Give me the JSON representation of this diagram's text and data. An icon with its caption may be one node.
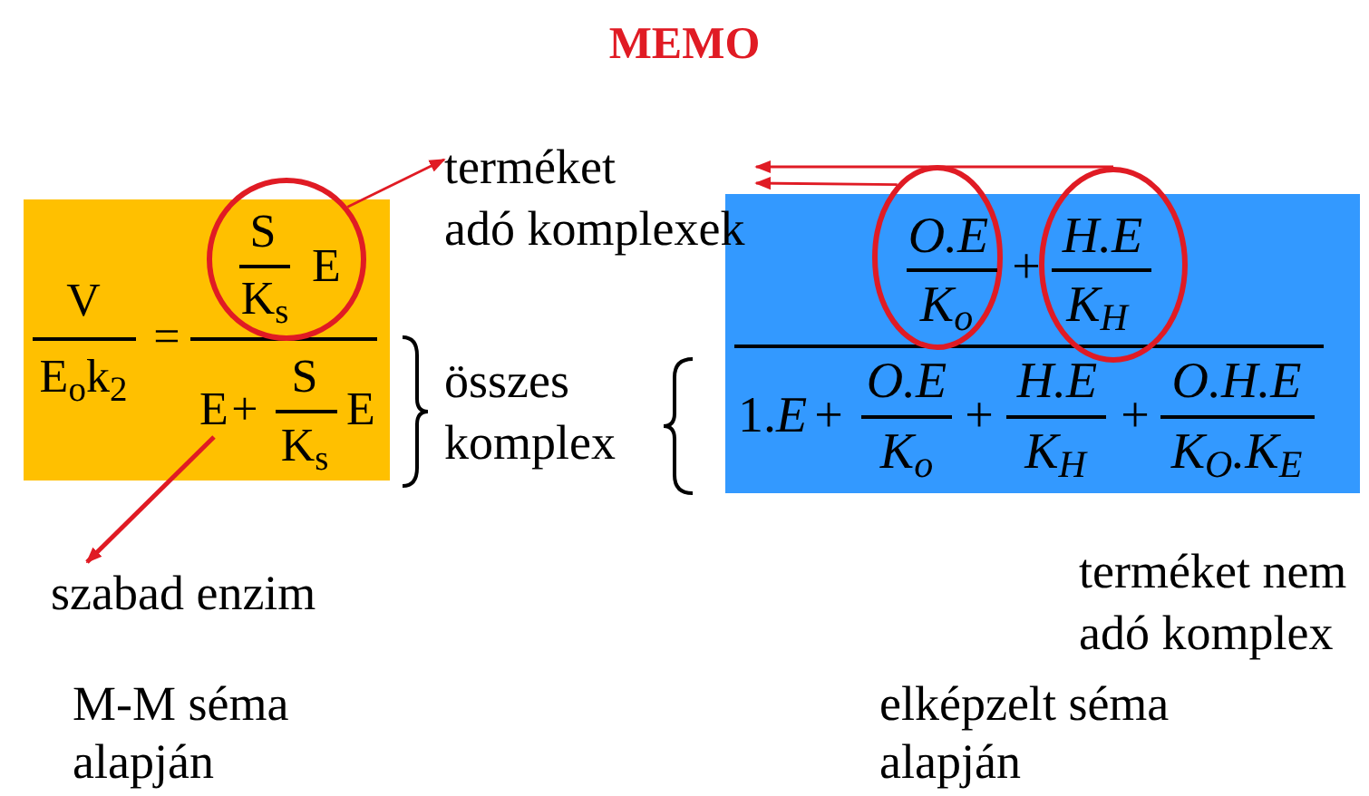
{
  "diagram": {
    "title": "MEMO",
    "nodes": [
      {
        "text": [],
        "shape": "box"
      },
      {
        "text": [
          "S",
          "K$_{s}$",
          "E"
        ]
      },
      {
        "text": [
          "terméket adó komplexek"
        ]
      },
      {
        "text": [],
        "shape": "box"
      },
      {
        "text": [
          "O.E",
          "K$_{o}$"
        ]
      },
      {
        "text": [
          "H.E",
          "K$_{H}$"
        ]
      },
      {
        "text": [
          "szabad enzim"
        ]
      },
      {
        "text": [
          "E"
        ],
        "in": 0
      }
    ],
    "edges": [
      {
        "from": 1,
        "to": 2,
        "arrow": "to"
      },
      {
        "from": 5,
        "to": 2,
        "arrow": "to"
      },
      {
        "from": 4,
        "to": 2,
        "arrow": "to"
      },
      {
        "from": 7,
        "to": 6,
        "arrow": "to"
      }
    ],
    "labels": [
      "V",
      "E$_{o}$k$_{2}$",
      "=",
      "+",
      "S",
      "K$_{s}$",
      "E",
      "összes komplex",
      "+",
      "1.*E*",
      "+",
      "O.E",
      "K$_{o}$",
      "+",
      "H.E",
      "K$_{H}$",
      "+",
      "O.H.E",
      "K$_{O}$.K$_{E}$",
      "terméket nem adó komplex",
      "M-M séma alapján",
      "elképzelt séma alapján"
    ]
  }
}
